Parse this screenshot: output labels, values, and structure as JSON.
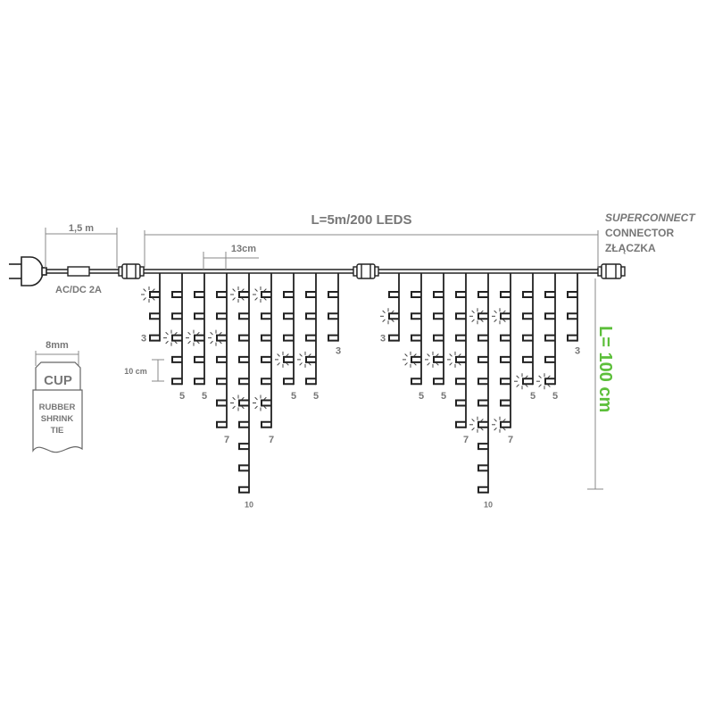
{
  "dimensions": {
    "lead_cable": "1,5 m",
    "total_length": "L=5m/200 LEDS",
    "drop_spacing": "13cm",
    "led_spacing": "10 cm",
    "drop_length": "L= 100 cm",
    "tie_width": "8mm"
  },
  "power_label": "AC/DC 2A",
  "connector": {
    "line1": "SUPERCONNECT",
    "line2": "CONNECTOR",
    "line3": "ZŁĄCZKA"
  },
  "tag": {
    "cup": "CUP",
    "line1": "RUBBER",
    "line2": "SHRINK",
    "line3": "TIE"
  },
  "drop_counts": [
    "3",
    "5",
    "5",
    "7",
    "10",
    "7",
    "5",
    "5",
    "3"
  ],
  "twinkle_left": [
    [
      0,
      0
    ],
    [
      1,
      2
    ],
    [
      2,
      2
    ],
    [
      3,
      2
    ],
    [
      4,
      0
    ],
    [
      5,
      0
    ],
    [
      4,
      5
    ],
    [
      5,
      5
    ],
    [
      6,
      3
    ],
    [
      7,
      3
    ]
  ],
  "twinkle_right": [
    [
      0,
      1
    ],
    [
      4,
      1
    ],
    [
      5,
      1
    ],
    [
      1,
      3
    ],
    [
      2,
      3
    ],
    [
      3,
      3
    ],
    [
      6,
      4
    ],
    [
      7,
      4
    ],
    [
      4,
      6
    ],
    [
      5,
      6
    ]
  ],
  "colors": {
    "line": "#222222",
    "dim": "#888888",
    "green": "#5cbf3a"
  }
}
